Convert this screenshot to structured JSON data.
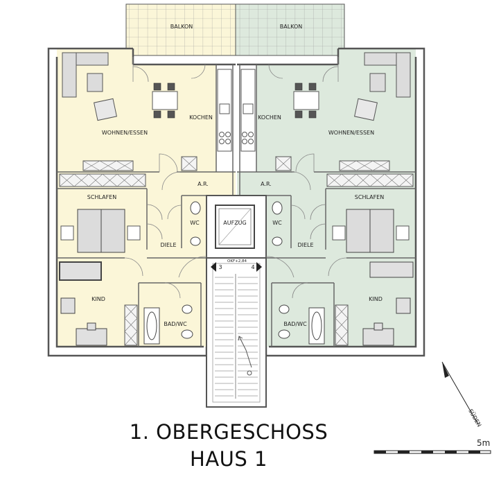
{
  "title": {
    "line1": "1. OBERGESCHOSS",
    "line2": "HAUS 1"
  },
  "colors": {
    "unit_left": "#fbf6d8",
    "unit_right": "#dde9dd",
    "wall": "#555555",
    "furniture": "#777777"
  },
  "rooms": {
    "balkon_left": "BALKON",
    "balkon_right": "BALKON",
    "wohnen_left": "WOHNEN/ESSEN",
    "wohnen_right": "WOHNEN/ESSEN",
    "kochen_left": "KOCHEN",
    "kochen_right": "KOCHEN",
    "ar_left": "A.R.",
    "ar_right": "A.R.",
    "schlafen_left": "SCHLAFEN",
    "schlafen_right": "SCHLAFEN",
    "wc_left": "WC",
    "wc_right": "WC",
    "aufzug": "AUFZUG",
    "diele_left": "DIELE",
    "diele_right": "DIELE",
    "kind_left": "KIND",
    "kind_right": "KIND",
    "bad_left": "BAD/WC",
    "bad_right": "BAD/WC"
  },
  "stair": {
    "level": "OKF+2,84",
    "unit_left_no": "3",
    "unit_right_no": "4"
  },
  "north": {
    "label": "SÜDEN"
  },
  "scale": {
    "label": "5m"
  }
}
